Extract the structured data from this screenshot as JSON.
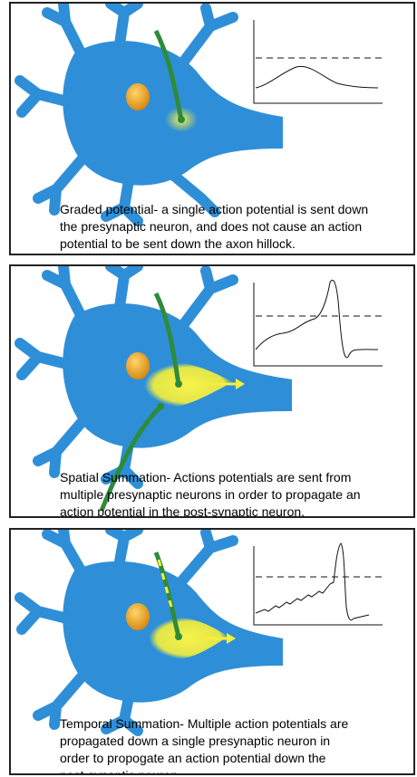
{
  "panels": [
    {
      "id": "graded",
      "caption_lines": [
        "Graded potential- a single action potential is sent down",
        "the presynaptic neuron, and does not cause an action",
        "potential to be sent down the axon hillock."
      ],
      "colors": {
        "neuron": "#2E8FD8",
        "nucleus": "#E8A11C",
        "axon": "#2E8B3A",
        "glow": "#F5EF3A"
      }
    },
    {
      "id": "spatial",
      "caption_lines": [
        "Spatial Summation- Actions potentials are sent from",
        "multiple presynaptic neurons in order to propagate an",
        "action potential in the post-synaptic neuron."
      ],
      "colors": {
        "neuron": "#2E8FD8",
        "nucleus": "#E8A11C",
        "axon": "#2E8B3A",
        "glow": "#F5EF3A"
      }
    },
    {
      "id": "temporal",
      "caption_lines": [
        "Temporal Summation- Multiple action potentials are",
        "propagated down a single presynaptic neuron in",
        "order to propogate an action potential down the",
        "post-synaptic neuron"
      ],
      "colors": {
        "neuron": "#2E8FD8",
        "nucleus": "#E8A11C",
        "axon": "#2E8B3A",
        "glow": "#F5EF3A"
      }
    }
  ]
}
